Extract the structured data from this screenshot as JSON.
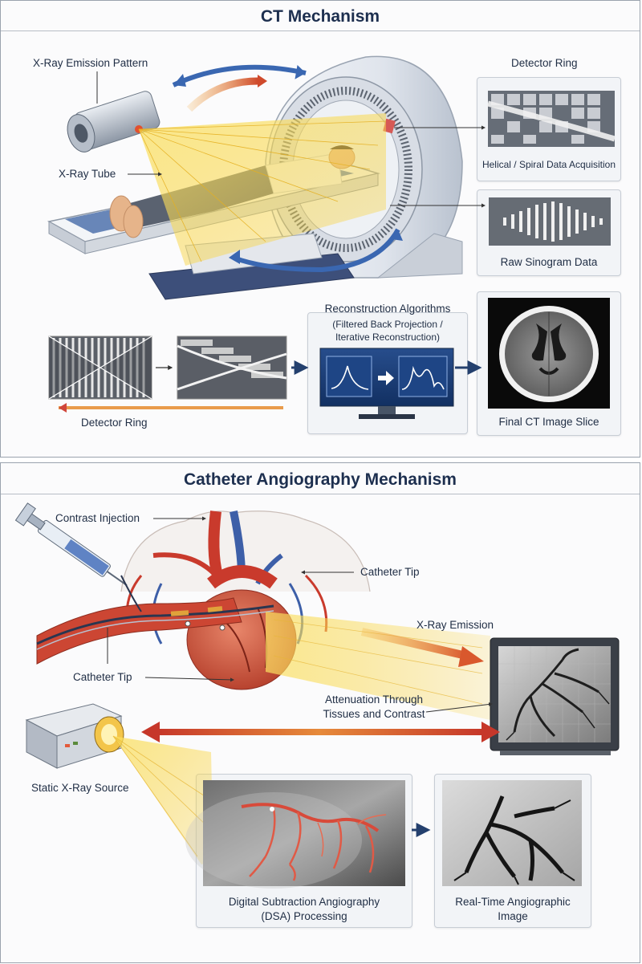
{
  "ct": {
    "title": "CT Mechanism",
    "labels": {
      "emission_pattern": "X-Ray Emission Pattern",
      "xray_tube": "X-Ray Tube",
      "detector_ring_top": "Detector Ring",
      "helical": "Helical / Spiral Data Acquisition",
      "raw_sinogram": "Raw Sinogram Data",
      "reconstruction_title": "Reconstruction Algorithms",
      "reconstruction_line1": "(Filtered Back Projection /",
      "reconstruction_line2": "Iterative Reconstruction)",
      "detector_ring_bottom": "Detector Ring",
      "final_image": "Final CT Image Slice"
    }
  },
  "angio": {
    "title": "Catheter Angiography Mechanism",
    "labels": {
      "contrast_injection": "Contrast Injection",
      "catheter_tip_upper": "Catheter Tip",
      "xray_emission": "X-Ray Emission",
      "catheter_tip_lower": "Catheter Tip",
      "attenuation_line1": "Attenuation Through",
      "attenuation_line2": "Tissues and Contrast",
      "static_source": "Static X-Ray Source",
      "dsa_line1": "Digital Subtraction Angiography",
      "dsa_line2": "(DSA) Processing",
      "realtime_line1": "Real-Time Angiographic",
      "realtime_line2": "Image"
    }
  },
  "colors": {
    "title_text": "#1d2f4f",
    "beam_yellow": "#f6cf3a",
    "arrow_blue": "#3a67b1",
    "arrow_red": "#cf4a2c",
    "artery_red": "#c93a2c",
    "vein_blue": "#3d5fa8",
    "navy_arrow": "#24406e"
  }
}
